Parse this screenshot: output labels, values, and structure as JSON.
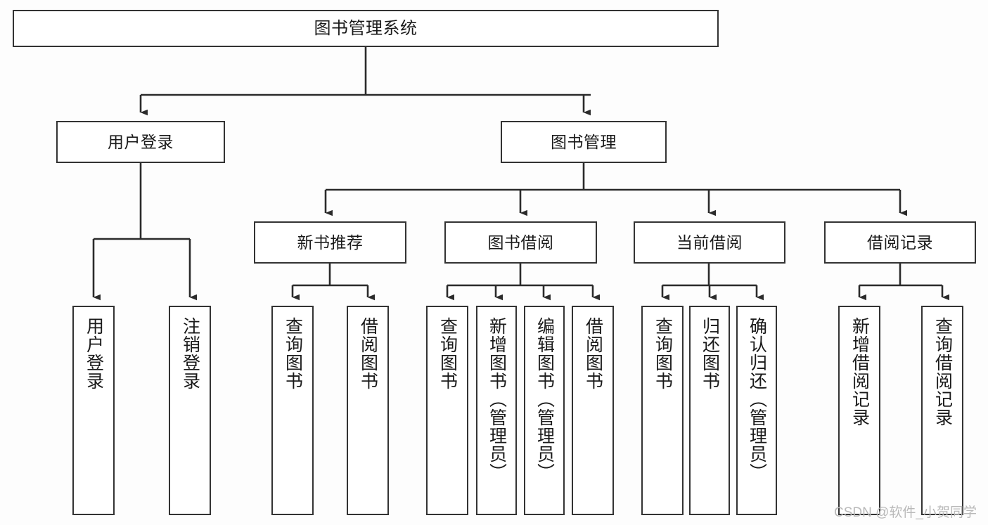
{
  "diagram": {
    "title": "图书管理系统",
    "type": "tree-hierarchy",
    "line_color": "#333333",
    "box_fill": "#ffffff",
    "background": "#fdfdfd",
    "text_color": "#1a1a1a"
  },
  "nodes": {
    "root": {
      "label": "图书管理系统"
    },
    "level1": [
      {
        "id": "user-login",
        "label": "用户登录"
      },
      {
        "id": "book-manage",
        "label": "图书管理"
      }
    ],
    "level2": [
      {
        "id": "new-book-recommend",
        "label": "新书推荐"
      },
      {
        "id": "book-borrow",
        "label": "图书借阅"
      },
      {
        "id": "current-borrow",
        "label": "当前借阅"
      },
      {
        "id": "borrow-record",
        "label": "借阅记录"
      }
    ],
    "leaves": {
      "user_login": [
        {
          "id": "leaf-user-login",
          "label": "用户登录"
        },
        {
          "id": "leaf-logout-login",
          "label": "注销登录"
        }
      ],
      "new_book_recommend": [
        {
          "id": "leaf-query-book-1",
          "label": "查询图书"
        },
        {
          "id": "leaf-borrow-book-1",
          "label": "借阅图书"
        }
      ],
      "book_borrow": [
        {
          "id": "leaf-query-book-2",
          "label": "查询图书"
        },
        {
          "id": "leaf-add-book",
          "label": "新增图书（管理员）"
        },
        {
          "id": "leaf-edit-book",
          "label": "编辑图书（管理员）"
        },
        {
          "id": "leaf-borrow-book-2",
          "label": "借阅图书"
        }
      ],
      "current_borrow": [
        {
          "id": "leaf-query-book-3",
          "label": "查询图书"
        },
        {
          "id": "leaf-return-book",
          "label": "归还图书"
        },
        {
          "id": "leaf-confirm-return",
          "label": "确认归还（管理员）"
        }
      ],
      "borrow_record": [
        {
          "id": "leaf-add-record",
          "label": "新增借阅记录"
        },
        {
          "id": "leaf-query-record",
          "label": "查询借阅记录"
        }
      ]
    }
  },
  "watermark": {
    "text": "CSDN @软件_小贺同学"
  }
}
